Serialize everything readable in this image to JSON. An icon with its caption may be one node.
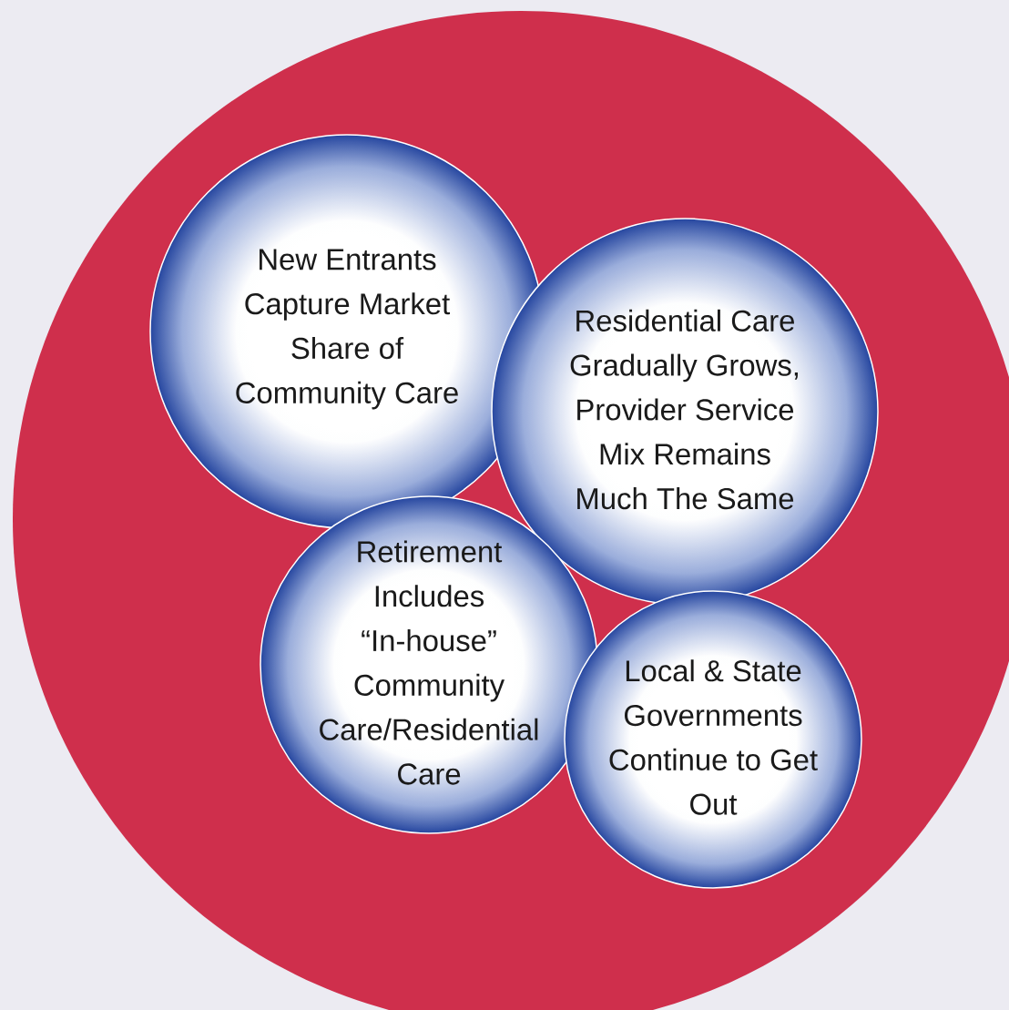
{
  "diagram": {
    "nodes": [
      {
        "text": [],
        "shape": "circle"
      },
      {
        "text": [
          "New Entrants Capture Market Share of Community Care"
        ],
        "in": 0
      },
      {
        "text": [
          "Residential Care Gradually Grows, Provider Service Mix Remains Much The Same"
        ],
        "in": 0
      },
      {
        "text": [
          "Retirement Includes “In-house” Community Care/Residential Care"
        ],
        "in": 0
      },
      {
        "text": [
          "Local & State Governments Continue to Get Out"
        ],
        "in": 0
      }
    ]
  }
}
